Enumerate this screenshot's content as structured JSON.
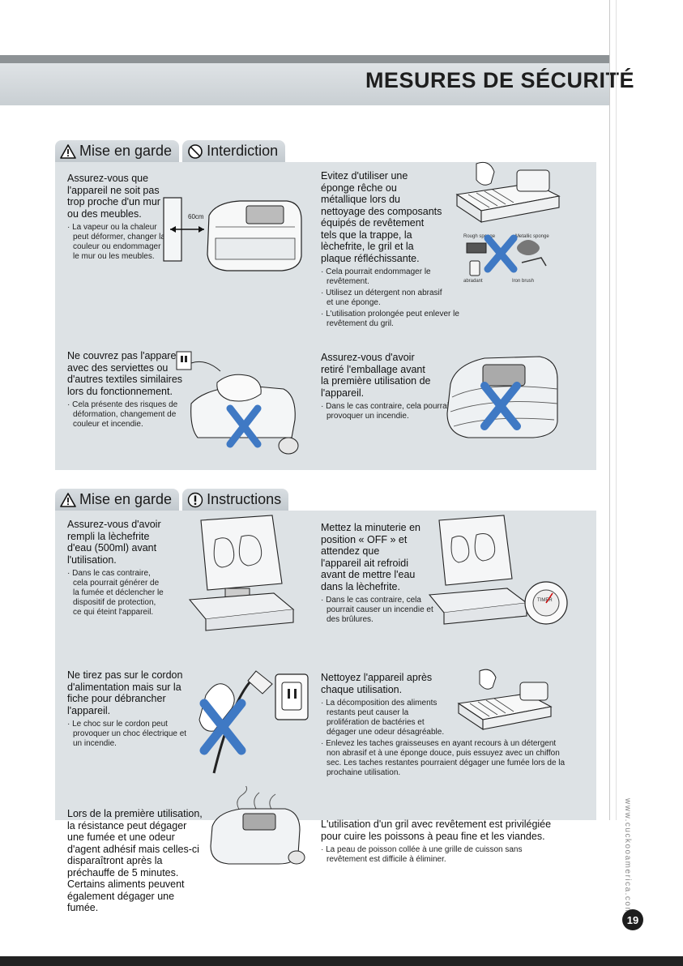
{
  "page": {
    "title": "MESURES DE SÉCURITÉ",
    "side_url": "www.cuckooamerica.com",
    "page_number": "19"
  },
  "section1": {
    "tab_caution": "Mise en garde",
    "tab_prohibition": "Interdiction",
    "items": [
      {
        "lead": "Assurez-vous que l'appareil ne soit pas trop proche d'un mur ou des meubles.",
        "notes": [
          "La vapeur ou la chaleur peut déformer, changer la couleur ou endommager le mur ou les meubles."
        ],
        "callout": "60cm"
      },
      {
        "lead": "Evitez d'utiliser une éponge rêche ou métallique lors du nettoyage des composants équipés de revêtement tels que la trappe, la lèchefrite, le gril et la plaque réfléchissante.",
        "notes": [
          "Cela pourrait endommager le revêtement.",
          "Utilisez un détergent non abrasif et une éponge.",
          "L'utilisation prolongée peut enlever le revêtement du gril."
        ],
        "labels": [
          "Rough sponge",
          "Metallic sponge",
          "abradant",
          "Iron brush"
        ]
      },
      {
        "lead": "Ne couvrez pas l'appareil avec des serviettes ou d'autres textiles similaires lors du fonctionnement.",
        "notes": [
          "Cela présente des risques de déformation, changement de couleur et incendie."
        ]
      },
      {
        "lead": "Assurez-vous d'avoir retiré l'emballage avant la première utilisation de l'appareil.",
        "notes": [
          "Dans le cas contraire, cela pourrait provoquer un incendie."
        ]
      }
    ]
  },
  "section2": {
    "tab_caution": "Mise en garde",
    "tab_instructions": "Instructions",
    "items": [
      {
        "lead": "Assurez-vous d'avoir rempli la lèchefrite d'eau (500ml) avant l'utilisation.",
        "notes": [
          "Dans le cas contraire, cela pourrait générer de la fumée et déclencher le dispositif de protection, ce qui éteint l'appareil."
        ]
      },
      {
        "lead": "Mettez la minuterie en position « OFF » et attendez que l'appareil ait refroidi avant de mettre l'eau dans la lèchefrite.",
        "notes": [
          "Dans le cas contraire, cela pourrait causer un incendie et des brûlures."
        ],
        "dial_label": "TIMER"
      },
      {
        "lead": "Ne tirez pas sur le cordon d'alimentation mais sur la fiche pour débrancher l'appareil.",
        "notes": [
          "Le choc sur le cordon peut provoquer un choc électrique et un incendie."
        ]
      },
      {
        "lead": "Nettoyez l'appareil après chaque utilisation.",
        "notes": [
          "La décomposition des aliments restants peut causer la prolifération de bactéries et dégager une odeur désagréable.",
          "Enlevez les taches graisseuses en ayant recours à un détergent non abrasif et à une éponge douce, puis essuyez avec un chiffon sec. Les taches restantes pourraient dégager une fumée lors de la prochaine utilisation."
        ]
      },
      {
        "lead": "Lors de la première utilisation, la résistance peut dégager une fumée et une odeur d'agent adhésif mais celles-ci disparaîtront après la préchauffe de 5 minutes. Certains aliments peuvent également dégager une fumée.",
        "notes": []
      },
      {
        "lead": "L'utilisation d'un gril avec revêtement est privilégiée pour cuire les poissons à peau fine et les viandes.",
        "notes": [
          "La peau de poisson collée à une grille de cuisson sans revêtement est difficile à éliminer."
        ]
      }
    ]
  }
}
